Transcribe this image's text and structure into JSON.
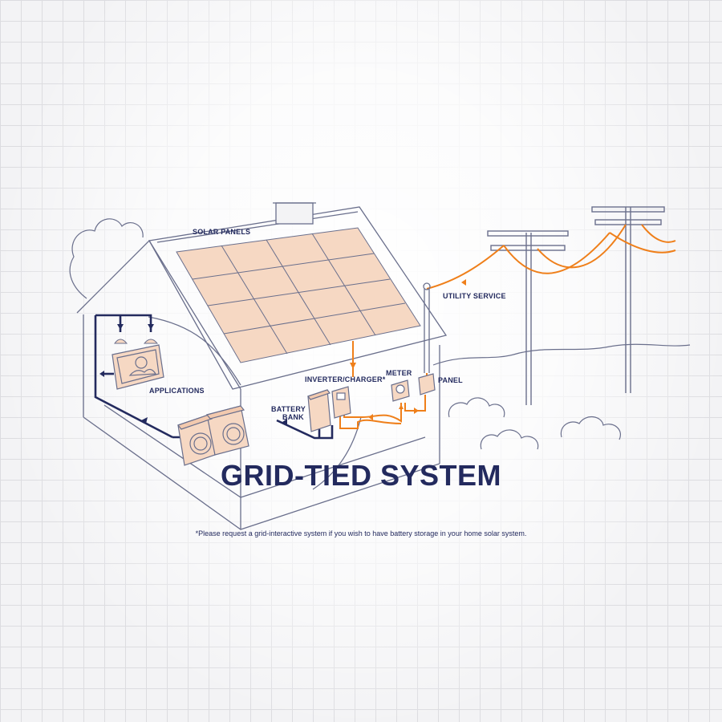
{
  "title": "GRID-TIED SYSTEM",
  "footnote": "*Please request a grid-interactive system if you wish to have battery storage in your home solar system.",
  "labels": {
    "solar_panels": "SOLAR PANELS",
    "utility_service": "UTILITY SERVICE",
    "inverter_charger": "INVERTER/CHARGER*",
    "meter": "METER",
    "panel": "PANEL",
    "battery": "BATTERY",
    "bank": "BANK",
    "applications": "APPLICATIONS"
  },
  "colors": {
    "navy": "#232a5e",
    "orange": "#ef7f1a",
    "panel_fill": "#f6d8c3",
    "line_gray": "#6a6f8c",
    "background": "#f3f3f5"
  }
}
